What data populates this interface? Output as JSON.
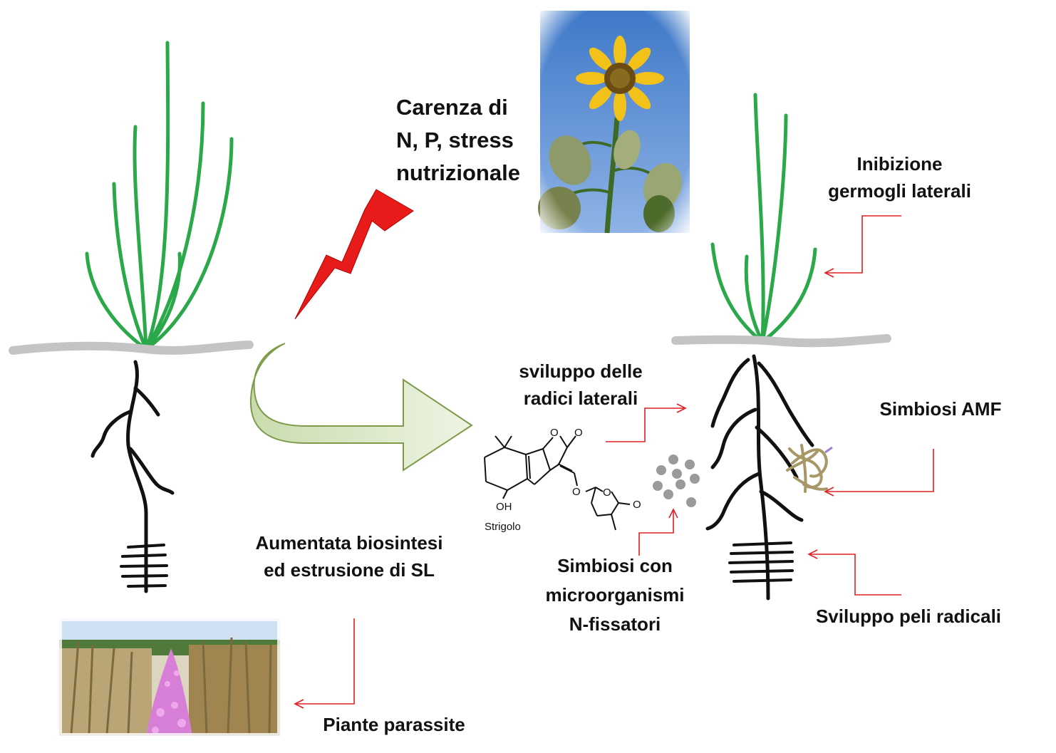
{
  "labels": {
    "carenza": [
      "Carenza di",
      "N, P, stress",
      "nutrizionale"
    ],
    "inibizione": [
      "Inibizione",
      "germogli laterali"
    ],
    "sviluppo_radici": [
      "sviluppo delle",
      "radici laterali"
    ],
    "simbiosi_amf": "Simbiosi AMF",
    "aumentata": [
      "Aumentata biosintesi",
      "ed estrusione di SL"
    ],
    "simbiosi_micro": [
      "Simbiosi con",
      "microorganismi",
      "N-fissatori"
    ],
    "sviluppo_peli": "Sviluppo peli radicali",
    "piante_parassite": "Piante parassite"
  },
  "chem": {
    "name": "Strigolo",
    "atoms": {
      "o1": "O",
      "o2": "O",
      "o3": "O",
      "o4": "O",
      "o5": "O",
      "oh": "OH"
    }
  },
  "colors": {
    "shoot": "#2aa84a",
    "root": "#111111",
    "soil": "#c4c4c4",
    "callout": "#e02020",
    "bolt": "#e81b1b",
    "arrow_fill": "#d9e6c4",
    "arrow_stroke": "#7e9b4a",
    "particle": "#9a9a9a",
    "fungus": "#a89868"
  },
  "icons": {
    "bolt": "lightning-bolt-icon",
    "sunflower": "sunflower-photo",
    "field": "parasitic-plants-field-photo"
  }
}
